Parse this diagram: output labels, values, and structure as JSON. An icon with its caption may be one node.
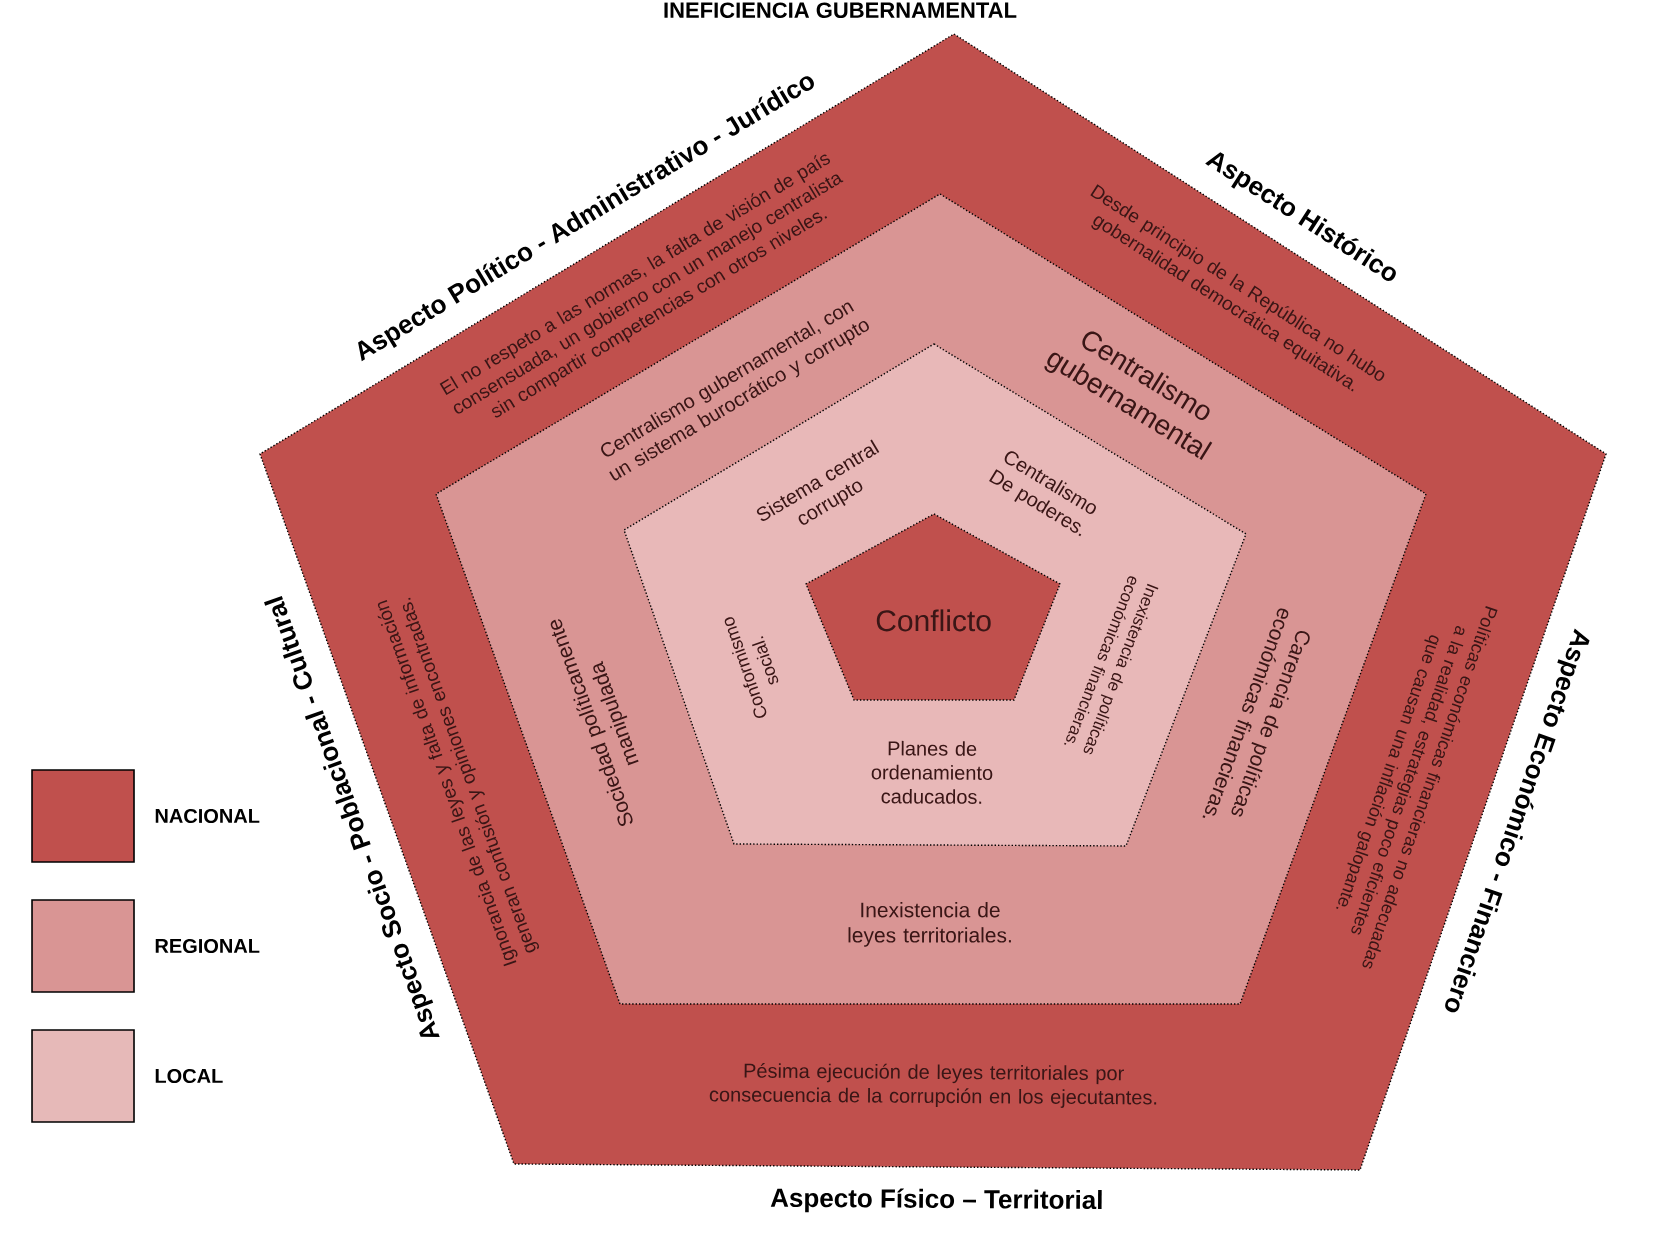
{
  "diagram": {
    "title": "INEFICIENCIA GUBERNAMENTAL",
    "nodes": [
      {
        "text": [
          "El no respeto a las normas, la falta de visión de país consensuada, un gobierno con un manejo centralista sin compartir competencias con otros niveles.",
          "Desde principio de la República no hubo gobernalidad democrática equitativa.",
          "Políticas económicas financieras no adecuadas a la realidad, estrategias poco eficientes que causan una inflación galopante.",
          "Pésima ejecución de leyes territoriales por consecuencia de la corrupción en los ejecutantes.",
          "Ignorancia de las leyes y falta de información generan confusión y opiniones encontradas."
        ]
      },
      {
        "text": [
          "Centralismo gubernamental, con un sistema burocrático y corrupto",
          "Centralismo gubernamental",
          "Carencia de políticas económicas financieras.",
          "Inexistencia de leyes territoriales.",
          "Sociedad políticamente manipulada"
        ],
        "in": 0
      },
      {
        "text": [
          "Sistema central corrupto",
          "Centralismo De poderes.",
          "Inexistencia de políticas económicas financieras.",
          "Planes de ordenamiento caducados.",
          "Conformismo social."
        ],
        "in": 1
      },
      {
        "text": [
          "Conflicto"
        ],
        "in": 2
      }
    ],
    "labels": [
      "Aspecto Político - Administrativo - Jurídico",
      "Aspecto Histórico",
      "Aspecto Económico - Financiero",
      "Aspecto Físico – Territorial",
      "Aspecto Socio - Poblacional - Cultural"
    ],
    "legend": [
      {
        "text": "NACIONAL",
        "color": "#c0504d"
      },
      {
        "text": "REGIONAL",
        "color": "#d99594"
      },
      {
        "text": "LOCAL",
        "color": "#e6b9b8"
      }
    ]
  }
}
